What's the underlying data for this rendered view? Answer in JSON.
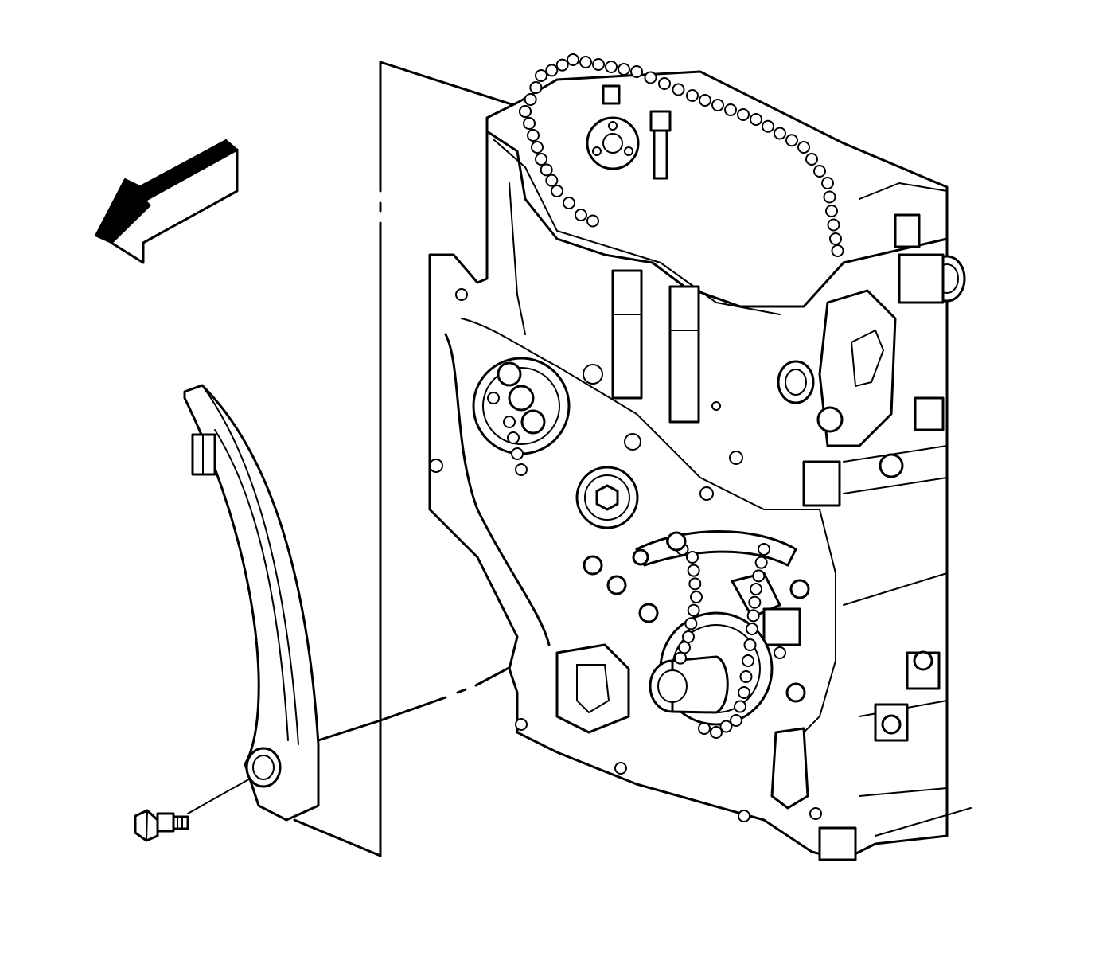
{
  "figure": {
    "view_direction_arrow": "left-front",
    "colors": {
      "line": "#000000",
      "background": "#ffffff"
    },
    "parts": [
      {
        "name": "timing-chain-guide"
      },
      {
        "name": "guide-bolt"
      },
      {
        "name": "engine-front-timing-assembly"
      },
      {
        "name": "timing-chain"
      }
    ]
  }
}
